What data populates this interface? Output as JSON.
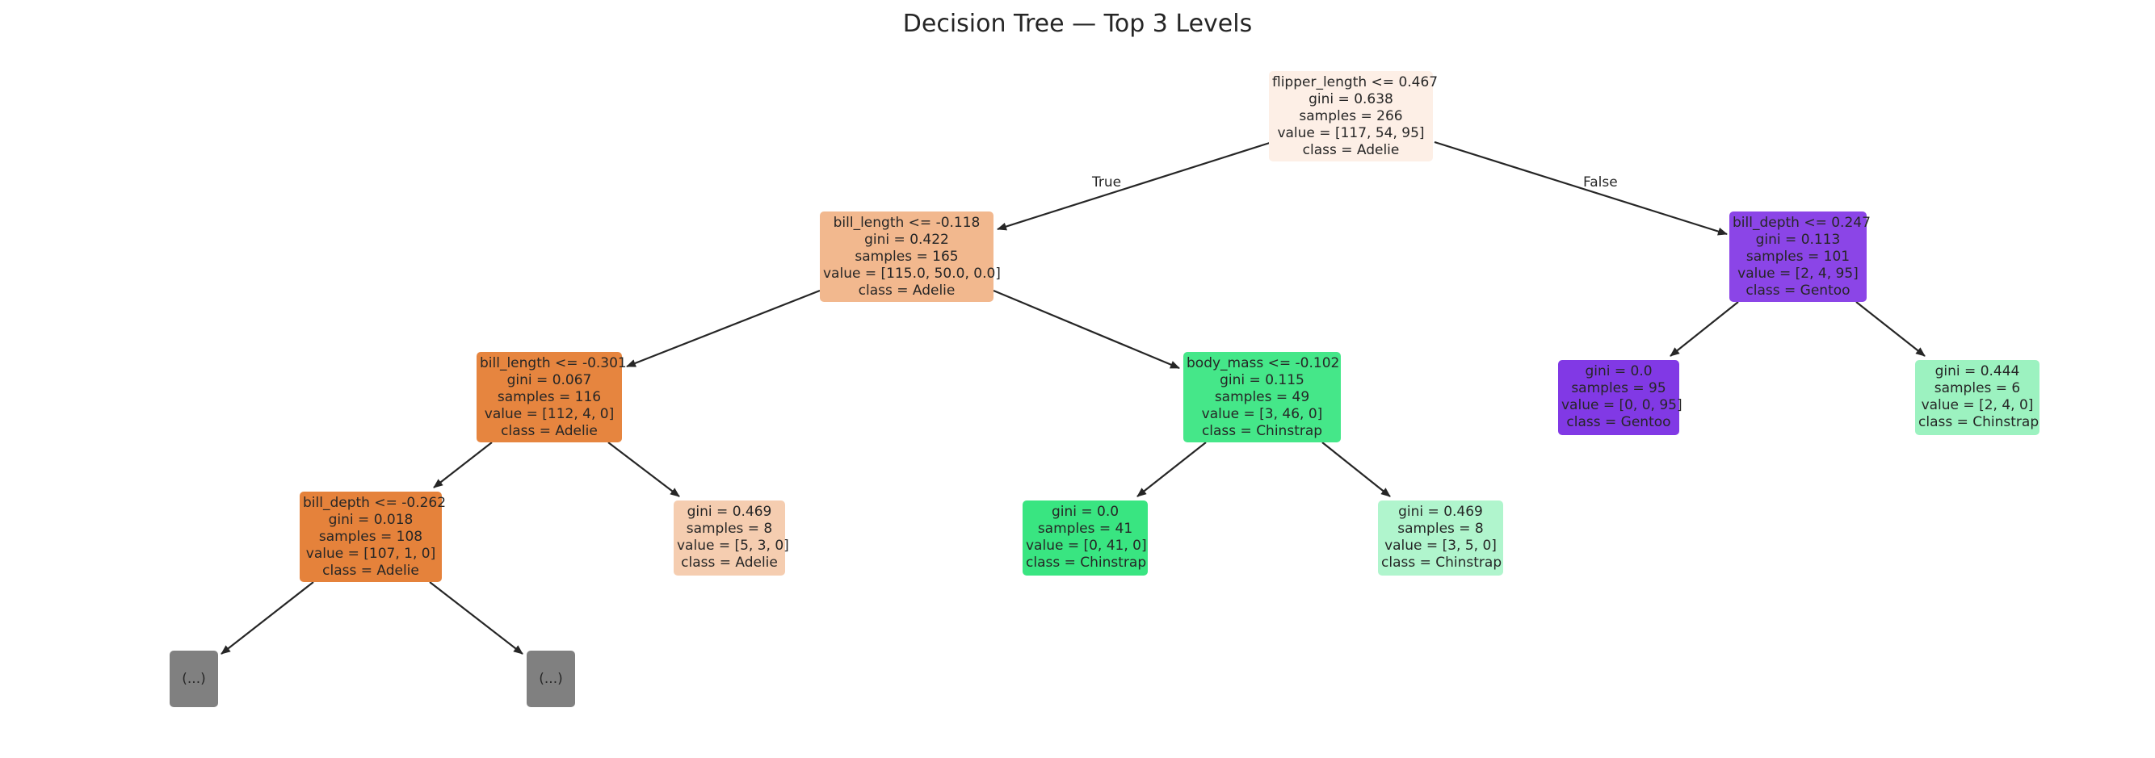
{
  "title": "Decision Tree — Top 3 Levels",
  "edge_labels": {
    "true": "True",
    "false": "False"
  },
  "nodes": [
    {
      "id": "n0",
      "lines": [
        "flipper_length <= 0.467",
        "gini = 0.638",
        "samples = 266",
        "value = [117, 54, 95]",
        "class = Adelie"
      ],
      "color": "#fdefe6"
    },
    {
      "id": "n1",
      "lines": [
        "bill_length <= -0.118",
        "gini = 0.422",
        "samples = 165",
        "value = [115.0, 50.0, 0.0]",
        "class = Adelie"
      ],
      "color": "#f2b88e"
    },
    {
      "id": "n2",
      "lines": [
        "bill_depth <= 0.247",
        "gini = 0.113",
        "samples = 101",
        "value = [2, 4, 95]",
        "class = Gentoo"
      ],
      "color": "#8b45e7"
    },
    {
      "id": "n3",
      "lines": [
        "bill_length <= -0.301",
        "gini = 0.067",
        "samples = 116",
        "value = [112, 4, 0]",
        "class = Adelie"
      ],
      "color": "#e6853f"
    },
    {
      "id": "n4",
      "lines": [
        "body_mass <= -0.102",
        "gini = 0.115",
        "samples = 49",
        "value = [3, 46, 0]",
        "class = Chinstrap"
      ],
      "color": "#45e789"
    },
    {
      "id": "n5",
      "lines": [
        "gini = 0.0",
        "samples = 95",
        "value = [0, 0, 95]",
        "class = Gentoo"
      ],
      "color": "#8139e5"
    },
    {
      "id": "n6",
      "lines": [
        "gini = 0.444",
        "samples = 6",
        "value = [2, 4, 0]",
        "class = Chinstrap"
      ],
      "color": "#9cf2c0"
    },
    {
      "id": "n7",
      "lines": [
        "bill_depth <= -0.262",
        "gini = 0.018",
        "samples = 108",
        "value = [107, 1, 0]",
        "class = Adelie"
      ],
      "color": "#e5823b"
    },
    {
      "id": "n8",
      "lines": [
        "gini = 0.469",
        "samples = 8",
        "value = [5, 3, 0]",
        "class = Adelie"
      ],
      "color": "#f5cdb0"
    },
    {
      "id": "n9",
      "lines": [
        "gini = 0.0",
        "samples = 41",
        "value = [0, 41, 0]",
        "class = Chinstrap"
      ],
      "color": "#39e581"
    },
    {
      "id": "n10",
      "lines": [
        "gini = 0.469",
        "samples = 8",
        "value = [3, 5, 0]",
        "class = Chinstrap"
      ],
      "color": "#b0f5cd"
    },
    {
      "id": "n11",
      "lines": [
        "(...)"
      ],
      "color": "#808080"
    },
    {
      "id": "n12",
      "lines": [
        "(...)"
      ],
      "color": "#808080"
    }
  ],
  "edges": [
    {
      "from": "n0",
      "to": "n1",
      "label": "true"
    },
    {
      "from": "n0",
      "to": "n2",
      "label": "false"
    },
    {
      "from": "n1",
      "to": "n3"
    },
    {
      "from": "n1",
      "to": "n4"
    },
    {
      "from": "n2",
      "to": "n5"
    },
    {
      "from": "n2",
      "to": "n6"
    },
    {
      "from": "n3",
      "to": "n7"
    },
    {
      "from": "n3",
      "to": "n8"
    },
    {
      "from": "n4",
      "to": "n9"
    },
    {
      "from": "n4",
      "to": "n10"
    },
    {
      "from": "n7",
      "to": "n11"
    },
    {
      "from": "n7",
      "to": "n12"
    }
  ]
}
